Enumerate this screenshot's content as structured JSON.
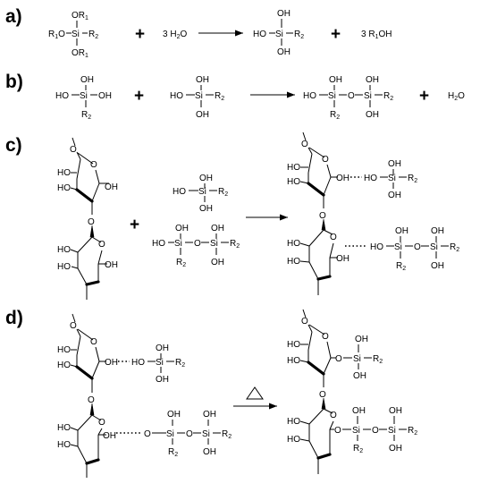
{
  "panels": {
    "a": "a)",
    "b": "b)",
    "c": "c)",
    "d": "d)"
  },
  "reagents": {
    "water_coef": "3 H",
    "water_tail": "O",
    "alcohol_coef": "3 R",
    "alcohol_tail": "OH"
  },
  "atoms": {
    "Si": "Si",
    "OH": "OH",
    "HO": "HO",
    "O": "O",
    "R": "R",
    "sub1": "1",
    "sub2": "2",
    "H2": "H",
    "sub_h": "2"
  },
  "operators": {
    "plus": "+"
  },
  "symbols": {
    "heat": "heat-triangle-symbol"
  }
}
